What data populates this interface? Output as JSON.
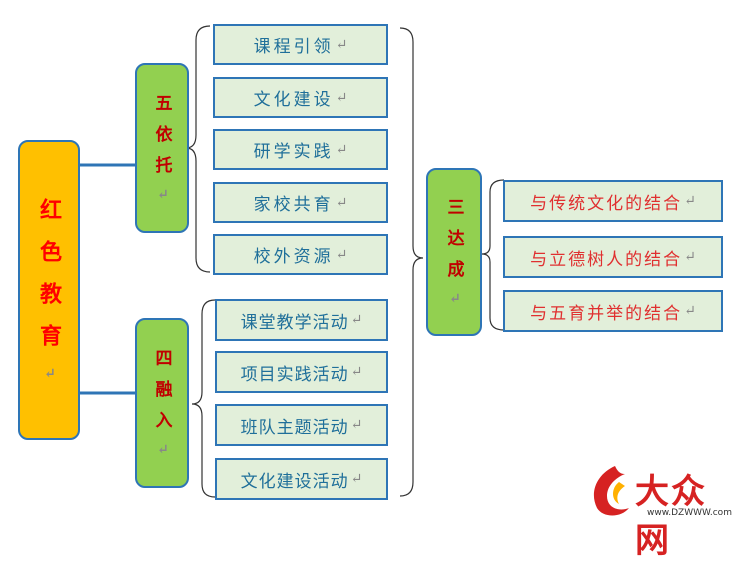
{
  "root": {
    "label": "红色教育"
  },
  "wuyituo": {
    "label": "五依托",
    "items": [
      "课程引领",
      "文化建设",
      "研学实践",
      "家校共育",
      "校外资源"
    ]
  },
  "sirongru": {
    "label": "四融入",
    "items": [
      "课堂教学活动",
      "项目实践活动",
      "班队主题活动",
      "文化建设活动"
    ]
  },
  "sandacheng": {
    "label": "三达成",
    "items": [
      "与传统文化的结合",
      "与立德树人的结合",
      "与五育并举的结合"
    ]
  },
  "para_mark": "↵",
  "watermark": {
    "title": "大众网",
    "url": "www.DZWWW.com"
  },
  "colors": {
    "main_fill": "#ffc000",
    "node_fill": "#92d050",
    "item_fill": "#e2efda",
    "border": "#2e75b6",
    "root_text": "#ff0000",
    "node_text": "#c00000",
    "item_text": "#1f6f9a",
    "result_text": "#e03030"
  }
}
